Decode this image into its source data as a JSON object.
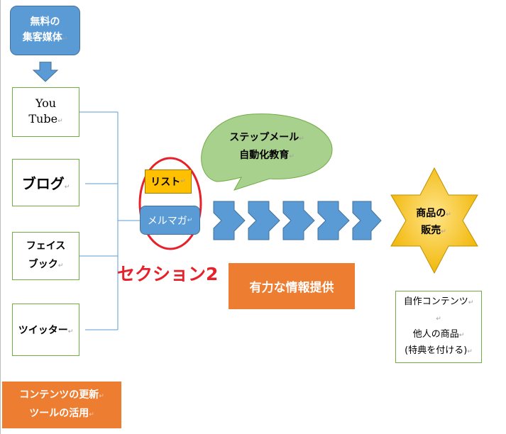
{
  "colors": {
    "blue": "#5b9bd5",
    "orange": "#ed7d31",
    "yellow": "#ffc000",
    "green_bubble": "#a9d18e",
    "star_gold": "#ffc000",
    "section_red": "#e8202a",
    "connector": "#5b9bd5",
    "outline_green": "#70ad47"
  },
  "media_box": {
    "line1": "無料の",
    "line2": "集客媒体"
  },
  "sources": {
    "youtube": {
      "line1": "You",
      "line2": "Tube"
    },
    "blog": "ブログ",
    "facebook": {
      "line1": "フェイス",
      "line2": "ブック"
    },
    "twitter": "ツイッター"
  },
  "list_label": "リスト",
  "mailmag_label": "メルマガ",
  "section_label": "セクション2",
  "bubble": {
    "line1": "ステップメール",
    "line2": "自動化教育"
  },
  "star": {
    "line1": "商品の",
    "line2": "販売"
  },
  "info_label": "有力な情報提供",
  "content_box": {
    "line1": "自作コンテンツ",
    "line2": "他人の商品",
    "line3": "(特典を付ける)"
  },
  "update_box": {
    "line1": "コンテンツの更新",
    "line2": "ツールの活用"
  },
  "step_arrow_count": 5,
  "icons": {
    "down_arrow": "down-arrow-icon",
    "step_arrow": "chevron-arrow-icon",
    "paragraph_mark": "↵"
  }
}
